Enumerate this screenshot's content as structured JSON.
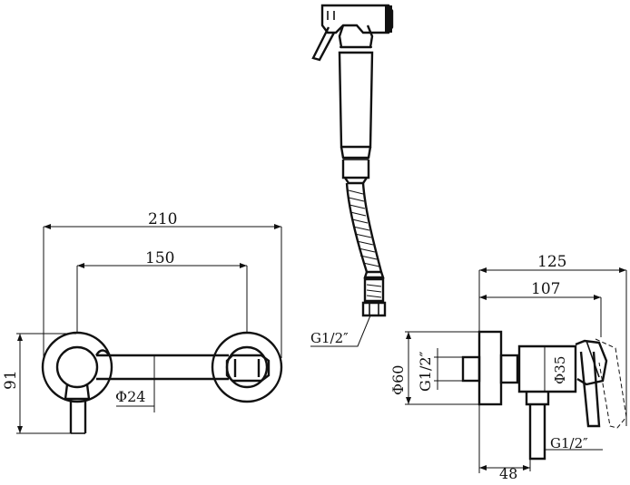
{
  "dimensions": {
    "overall_width": "210",
    "center_distance": "150",
    "height": "91",
    "handle_dia": "Φ24",
    "hose_thread": "G1/2″",
    "depth_total": "125",
    "depth_body": "107",
    "flange_dia": "Φ60",
    "inlet_thread": "G1/2″",
    "body_dia": "Φ35",
    "outlet_offset": "48",
    "outlet_thread": "G1/2″"
  }
}
